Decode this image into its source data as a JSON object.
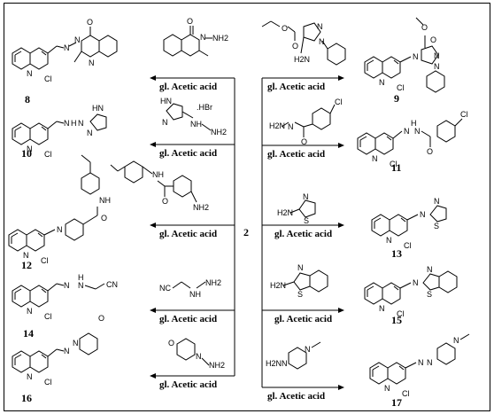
{
  "central_compound": "2",
  "reagent_condition": "gl. Acetic acid",
  "left_reactions": [
    {
      "product": "8",
      "reagent": [
        "NH2"
      ],
      "condition": "gl. Acetic acid"
    },
    {
      "product": "10",
      "reagent": [
        ".HBr",
        "NH2"
      ],
      "condition": "gl. Acetic acid"
    },
    {
      "product": "12",
      "reagent": [
        "NH2"
      ],
      "condition": "gl. Acetic acid"
    },
    {
      "product": "14",
      "reagent": [
        "NC",
        "NH2"
      ],
      "condition": "gl. Acetic acid"
    },
    {
      "product": "16",
      "reagent": [
        "NH2"
      ],
      "condition": "gl. Acetic acid"
    }
  ],
  "right_reactions": [
    {
      "product": "9",
      "reagent": [
        "H2N"
      ],
      "condition": "gl. Acetic acid"
    },
    {
      "product": "11",
      "reagent": [
        "H2N",
        "Cl"
      ],
      "condition": "gl. Acetic acid"
    },
    {
      "product": "13",
      "reagent": [
        "H2N"
      ],
      "condition": "gl. Acetic acid"
    },
    {
      "product": "15",
      "reagent": [
        "H2N"
      ],
      "condition": "gl. Acetic acid"
    },
    {
      "product": "17",
      "reagent": [
        "H2N"
      ],
      "condition": "gl. Acetic acid"
    }
  ],
  "atoms": {
    "N": "N",
    "Cl": "Cl",
    "S": "S",
    "O": "O",
    "H": "H",
    "NH": "NH",
    "HN": "HN",
    "CN": "CN",
    "O_ring": "O"
  }
}
